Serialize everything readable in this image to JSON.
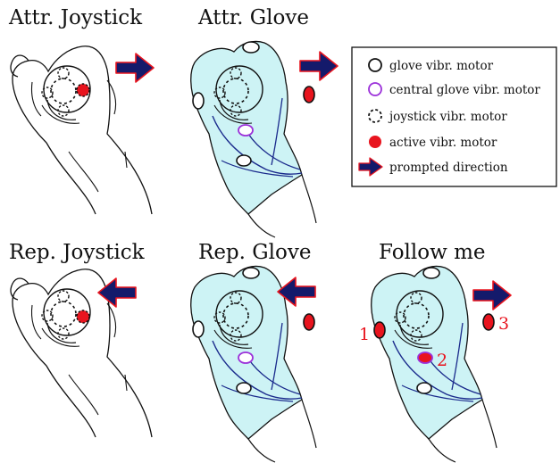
{
  "colors": {
    "glove_fill": "#cdf3f5",
    "arrow_fill": "#141a6b",
    "arrow_outline": "#e8141e",
    "active_motor": "#e8141e",
    "central_motor": "#9b30d9",
    "wire": "#1a2a8c",
    "outline": "#111111"
  },
  "panels": [
    {
      "title": "Attr. Joystick",
      "arrow": "right-arrow"
    },
    {
      "title": "Attr. Glove",
      "arrow": "right-arrow"
    },
    {
      "title": "Rep. Joystick",
      "arrow": "left-arrow"
    },
    {
      "title": "Rep. Glove",
      "arrow": "left-arrow"
    },
    {
      "title": "Follow me",
      "arrow": "right-arrow",
      "sequence": [
        "1",
        "2",
        "3"
      ]
    }
  ],
  "legend": {
    "items": [
      {
        "label": "glove vibr. motor",
        "icon": "glove-motor-icon"
      },
      {
        "label": "central glove vibr. motor",
        "icon": "central-motor-icon"
      },
      {
        "label": "joystick vibr. motor",
        "icon": "joystick-motor-icon"
      },
      {
        "label": "active vibr. motor",
        "icon": "active-motor-icon"
      },
      {
        "label": "prompted direction",
        "icon": "direction-arrow-icon"
      }
    ]
  }
}
